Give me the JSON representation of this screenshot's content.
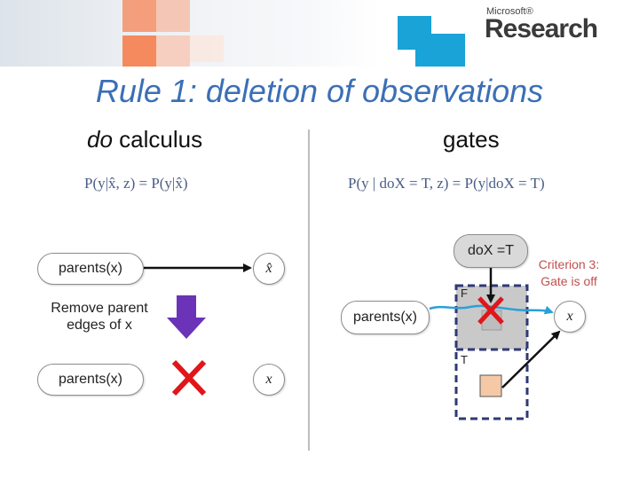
{
  "header": {
    "brand_small": "Microsoft®",
    "brand_big": "Research"
  },
  "slide": {
    "title": "Rule 1: deletion of observations",
    "left_heading_italic": "do",
    "left_heading_rest": " calculus",
    "right_heading": "gates",
    "left_equation": "P(y|x̂, z) = P(y|x̂)",
    "right_equation": "P(y | doX = T, z) = P(y|doX = T)",
    "left_top_parent_node": "parents(x)",
    "left_top_target_node": "x̂",
    "remove_label": "Remove parent edges of x",
    "left_bottom_parent_node": "parents(x)",
    "left_bottom_target_node": "x",
    "gate_do_node": "doX =T",
    "gate_label_false": "F",
    "gate_label_true": "T",
    "right_parent_node": "parents(x)",
    "right_target_node": "x",
    "criterion_label": "Criterion 3: Gate is off"
  },
  "colors": {
    "title": "#3b6fb6",
    "orange_tile": "#f58a5e",
    "blue_tile": "#19a3d6",
    "arrow_purple": "#6a33b8",
    "cross_red": "#e0161b",
    "gate_fill": "#c9c9c9",
    "gate_border": "#2e3975",
    "edge_blue": "#2aa0d8",
    "switch_square": "#f5c9a6"
  }
}
